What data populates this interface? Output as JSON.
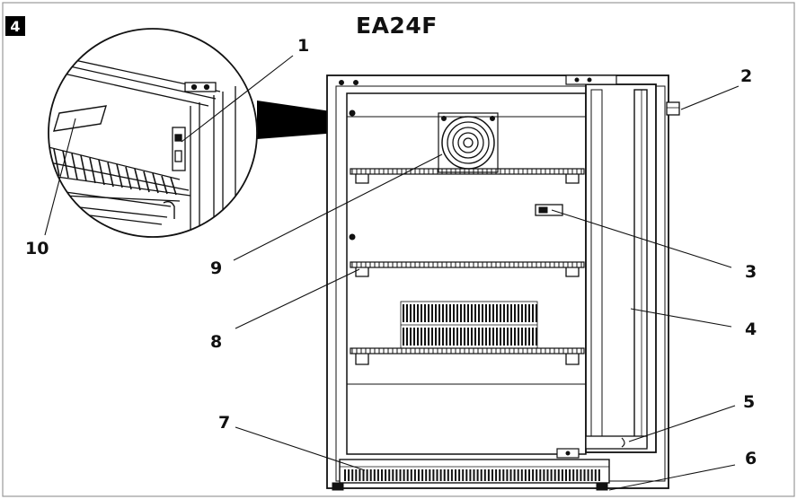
{
  "figure": {
    "number": "4",
    "model": "EA24F"
  },
  "callouts": [
    {
      "id": "1",
      "label": "1"
    },
    {
      "id": "2",
      "label": "2"
    },
    {
      "id": "3",
      "label": "3"
    },
    {
      "id": "4",
      "label": "4"
    },
    {
      "id": "5",
      "label": "5"
    },
    {
      "id": "6",
      "label": "6"
    },
    {
      "id": "7",
      "label": "7"
    },
    {
      "id": "8",
      "label": "8"
    },
    {
      "id": "9",
      "label": "9"
    },
    {
      "id": "10",
      "label": "10"
    }
  ],
  "colors": {
    "line": "#111111",
    "wedge": "#000000",
    "paper": "#ffffff",
    "frame": "#9a9a9a"
  }
}
